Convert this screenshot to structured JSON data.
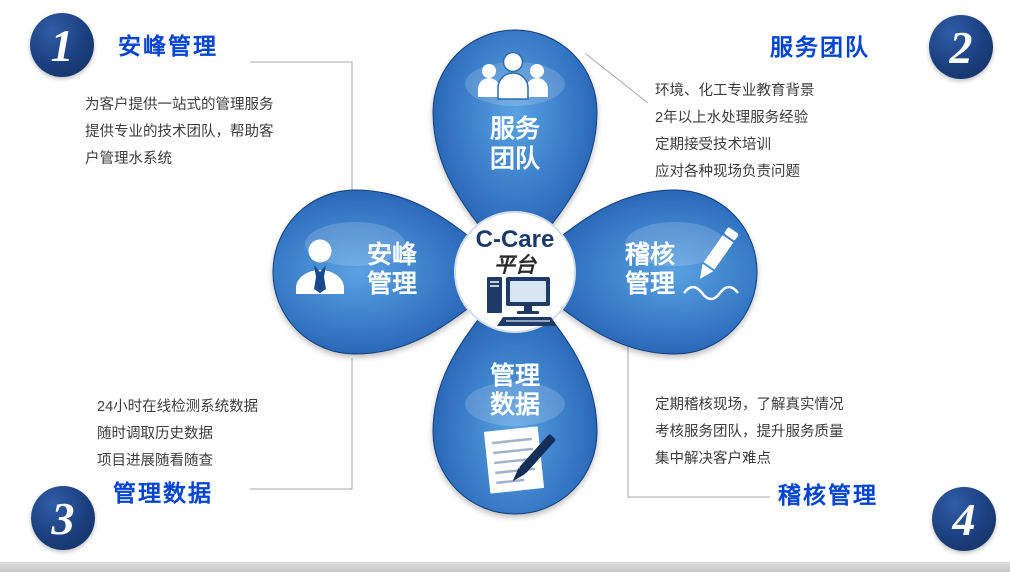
{
  "sections": {
    "top_left": {
      "number": "1",
      "title": "安峰管理",
      "lines": [
        "为客户提供一站式的管理服务",
        "提供专业的技术团队，帮助客",
        "户管理水系统"
      ]
    },
    "top_right": {
      "number": "2",
      "title": "服务团队",
      "lines": [
        "环境、化工专业教育背景",
        "2年以上水处理服务经验",
        "定期接受技术培训",
        "应对各种现场负责问题"
      ]
    },
    "bottom_left": {
      "number": "3",
      "title": "管理数据",
      "lines": [
        "24小时在线检测系统数据",
        "随时调取历史数据",
        "项目进展随看随查"
      ]
    },
    "bottom_right": {
      "number": "4",
      "title": "稽核管理",
      "lines": [
        "定期稽核现场，了解真实情况",
        "考核服务团队，提升服务质量",
        "集中解决客户难点"
      ]
    }
  },
  "petals": {
    "top": {
      "line1": "服务",
      "line2": "团队",
      "icon": "team-people-icon"
    },
    "left": {
      "line1": "安峰",
      "line2": "管理",
      "icon": "person-icon"
    },
    "right": {
      "line1": "稽核",
      "line2": "管理",
      "icon": "pencil-icon"
    },
    "bottom": {
      "line1": "管理",
      "line2": "数据",
      "icon": "document-pen-icon"
    }
  },
  "center": {
    "title": "C-Care",
    "subtitle": "平台",
    "icon": "desktop-computer-icon"
  },
  "colors": {
    "petal_dark": "#17488f",
    "petal_mid": "#2e6fbe",
    "petal_light": "#5aa2e2",
    "badge_navy": "#1b3f7e",
    "heading_blue": "#0144d4",
    "body_text": "#3c3c3c",
    "center_text_navy": "#1b3a6b"
  }
}
